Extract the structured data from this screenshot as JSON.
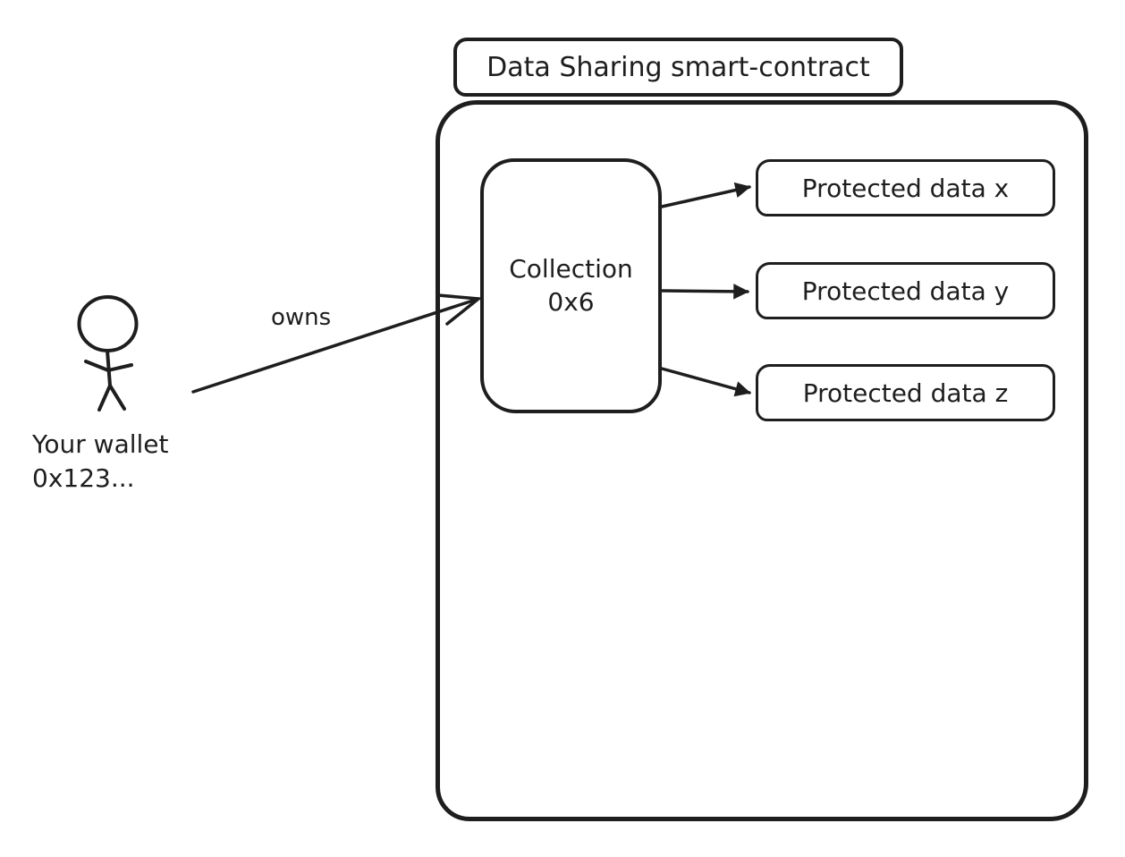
{
  "diagram": {
    "title": "Data Sharing smart-contract",
    "collection": {
      "line1": "Collection",
      "line2": "0x6"
    },
    "protected_data": [
      {
        "label": "Protected data x"
      },
      {
        "label": "Protected data y"
      },
      {
        "label": "Protected data z"
      }
    ],
    "owns_label": "owns",
    "actor": {
      "line1": "Your wallet",
      "line2": "0x123..."
    },
    "colors": {
      "stroke": "#1e1e1e",
      "background": "#ffffff"
    }
  }
}
